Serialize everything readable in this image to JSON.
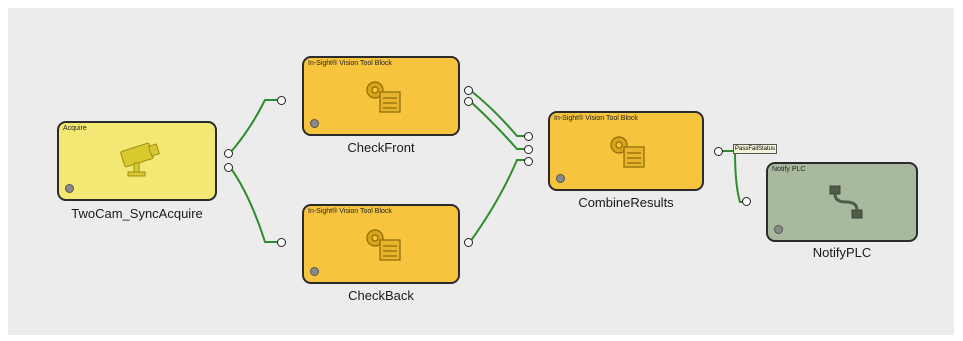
{
  "blocks": {
    "acquire": {
      "type_label": "Acquire",
      "name": "TwoCam_SyncAcquire",
      "icon": "camera-icon"
    },
    "check_front": {
      "type_label": "In-Sight® Vision Tool Block",
      "name": "CheckFront",
      "icon": "gear-list-icon"
    },
    "check_back": {
      "type_label": "In-Sight® Vision Tool Block",
      "name": "CheckBack",
      "icon": "gear-list-icon"
    },
    "combine": {
      "type_label": "In-Sight® Vision Tool Block",
      "name": "CombineResults",
      "icon": "gear-list-icon"
    },
    "notify": {
      "type_label": "Notify PLC",
      "name": "NotifyPLC",
      "icon": "cable-plug-icon"
    }
  },
  "wire_label": "PassFailStatus",
  "colors": {
    "wire": "#2e8b2e",
    "acquire_fill": "#f3e874",
    "tool_fill": "#f7c43e",
    "plc_fill": "#a9b99e",
    "canvas": "#ececec"
  }
}
